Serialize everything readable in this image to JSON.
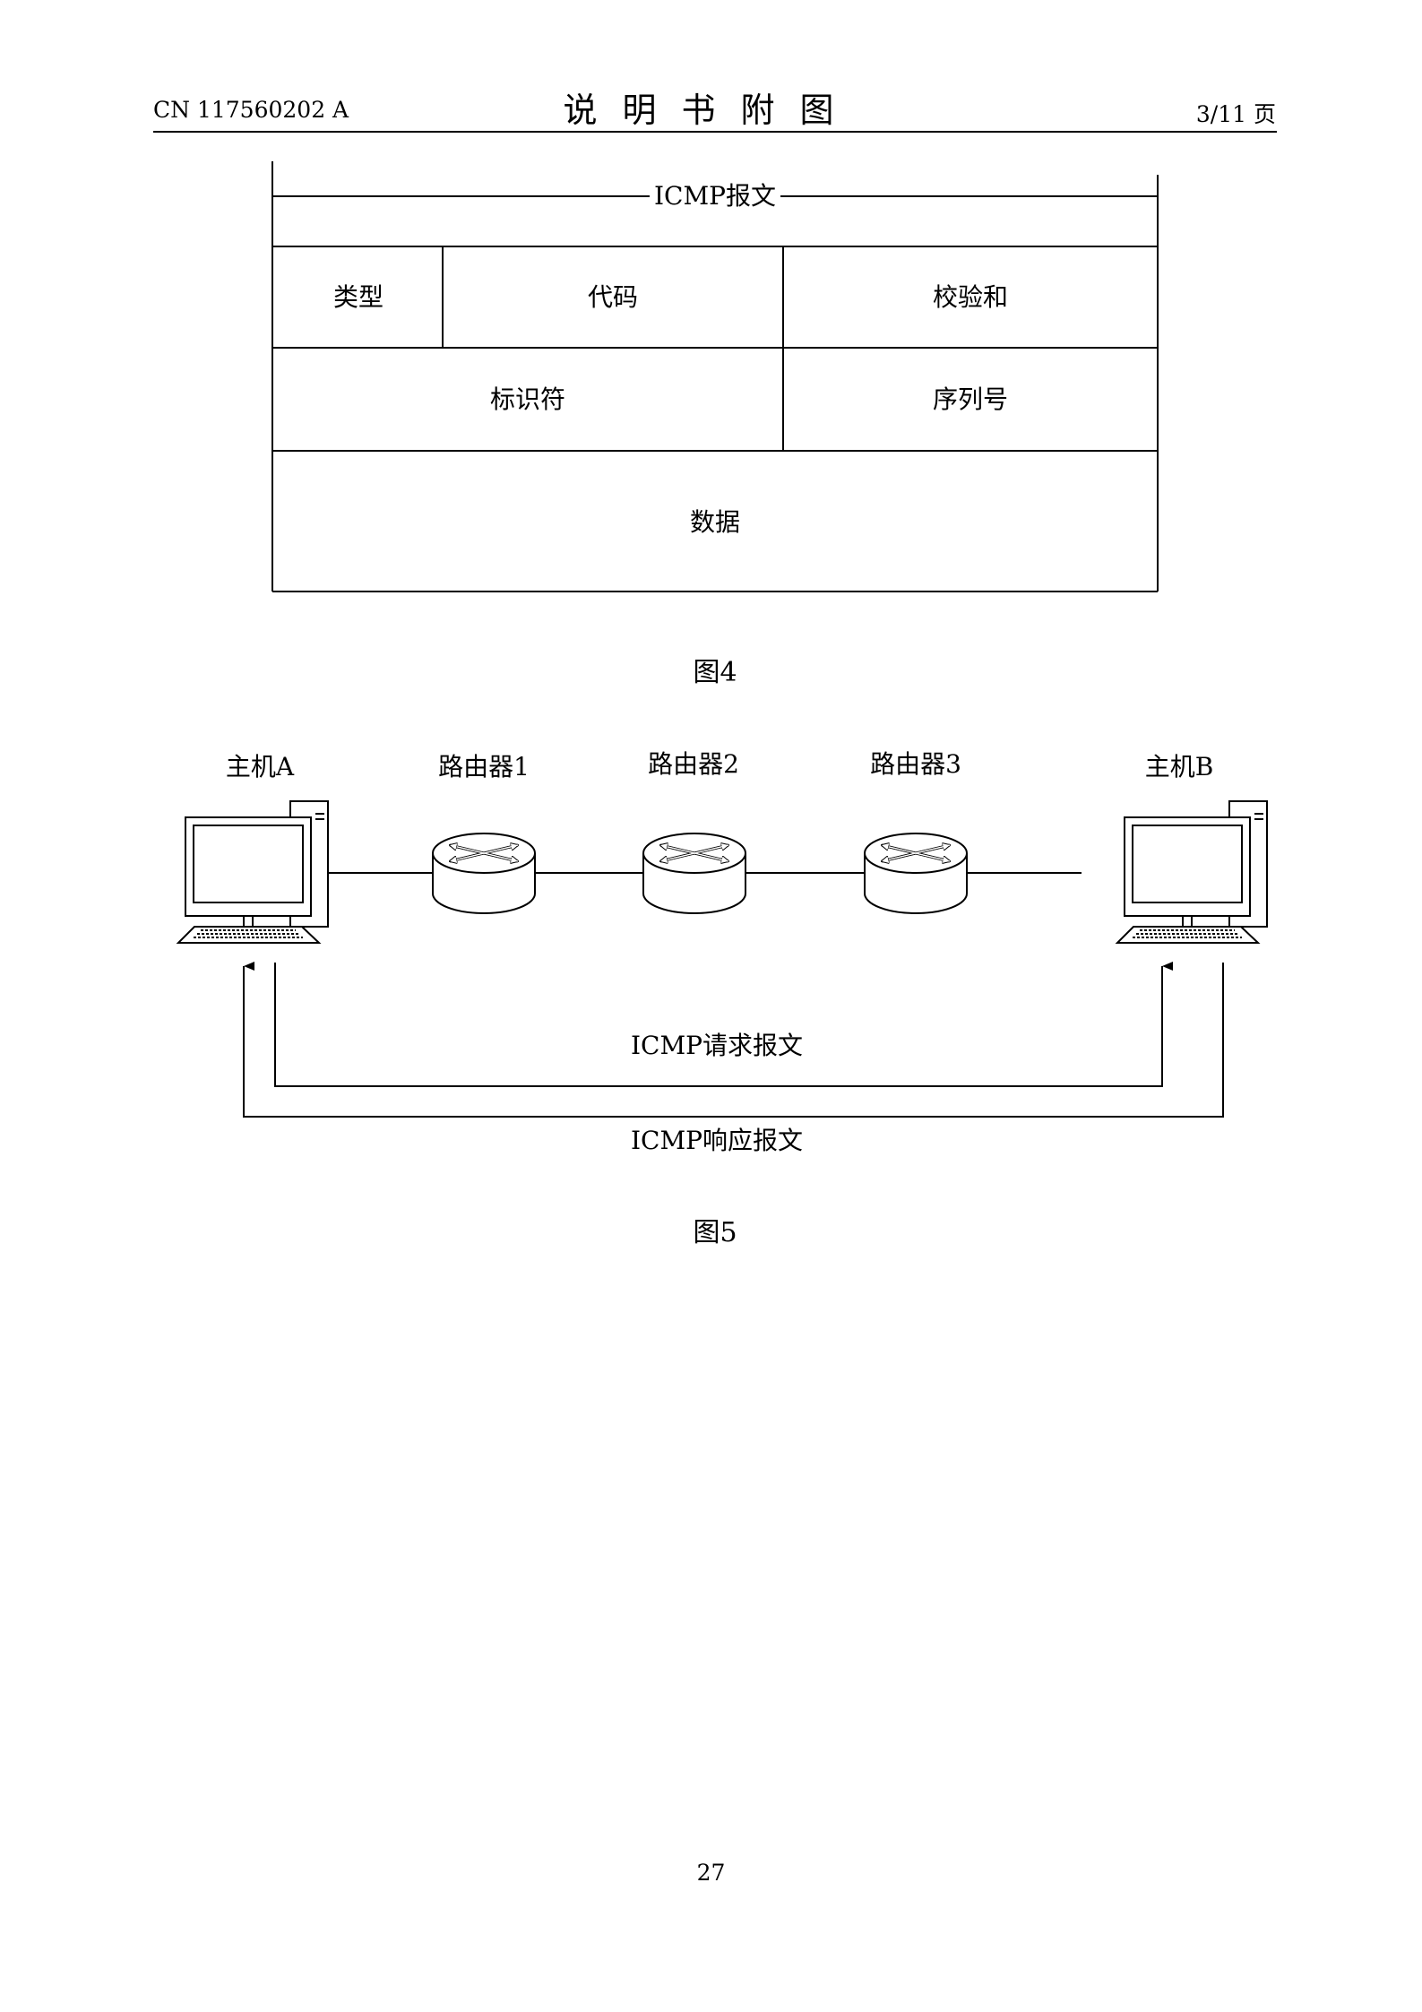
{
  "header": {
    "doc_id": "CN 117560202 A",
    "title": "说明书附图",
    "page_info": "3/11 页"
  },
  "figure4": {
    "top_label": "ICMP报文",
    "fields": {
      "type": "类型",
      "code": "代码",
      "checksum": "校验和",
      "identifier": "标识符",
      "sequence": "序列号",
      "data": "数据"
    },
    "caption": "图4"
  },
  "figure5": {
    "host_a": "主机A",
    "router1": "路由器1",
    "router2": "路由器2",
    "router3": "路由器3",
    "host_b": "主机B",
    "request_label": "ICMP请求报文",
    "response_label": "ICMP响应报文",
    "caption": "图5"
  },
  "footer": {
    "page_number": "27"
  }
}
